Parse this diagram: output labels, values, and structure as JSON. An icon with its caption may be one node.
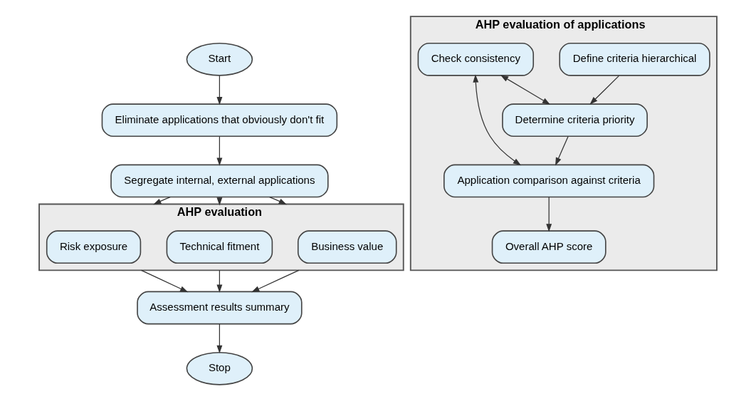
{
  "diagram": {
    "nodes": [
      {
        "text": [
          "Start"
        ]
      },
      {
        "text": [
          "Eliminate applications that obviously don't fit"
        ]
      },
      {
        "text": [
          "Segregate internal, external applications"
        ]
      },
      {
        "text": [
          "AHP evaluation"
        ]
      },
      {
        "text": [
          "Business value"
        ],
        "in": 3
      },
      {
        "text": [
          "Technical fitment"
        ],
        "in": 3
      },
      {
        "text": [
          "Risk exposure"
        ],
        "in": 3
      },
      {
        "text": [
          "Assessment results summary"
        ]
      },
      {
        "text": [
          "Stop"
        ]
      },
      {
        "text": [
          "AHP evaluation of applications"
        ]
      },
      {
        "text": [
          "Define criteria hierarchical"
        ],
        "in": 9
      },
      {
        "text": [
          "Determine criteria priority"
        ],
        "in": 9
      },
      {
        "text": [
          "Check consistency"
        ],
        "in": 9
      },
      {
        "text": [
          "Application comparison against criteria"
        ],
        "in": 9
      },
      {
        "text": [
          "Overall AHP score"
        ],
        "in": 9
      }
    ],
    "edges": [
      {
        "from": 0,
        "to": 1,
        "arrow": "to"
      },
      {
        "from": 1,
        "to": 2,
        "arrow": "to"
      },
      {
        "from": 2,
        "to": 3,
        "arrow": "to"
      },
      {
        "from": 2,
        "to": 3,
        "arrow": "to"
      },
      {
        "from": 2,
        "to": 3,
        "arrow": "to"
      },
      {
        "from": 3,
        "to": 7,
        "arrow": "to"
      },
      {
        "from": 3,
        "to": 7,
        "arrow": "to"
      },
      {
        "from": 3,
        "to": 7,
        "arrow": "to"
      },
      {
        "from": 7,
        "to": 8,
        "arrow": "to"
      },
      {
        "from": 10,
        "to": 11,
        "arrow": "to"
      },
      {
        "from": 12,
        "to": 11,
        "arrow": "both"
      },
      {
        "from": 11,
        "to": 13,
        "arrow": "to"
      },
      {
        "from": 12,
        "to": 13,
        "arrow": "both"
      },
      {
        "from": 13,
        "to": 14,
        "arrow": "to"
      }
    ]
  }
}
